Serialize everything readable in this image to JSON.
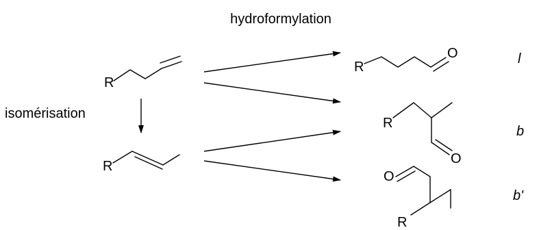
{
  "reactions": {
    "hydroformylation": "hydroformylation",
    "isomerisation": "isomérisation"
  },
  "atoms": {
    "r": "R",
    "o": "O"
  },
  "products": {
    "linear": "l",
    "branched": "b",
    "branched_prime": "b'"
  }
}
